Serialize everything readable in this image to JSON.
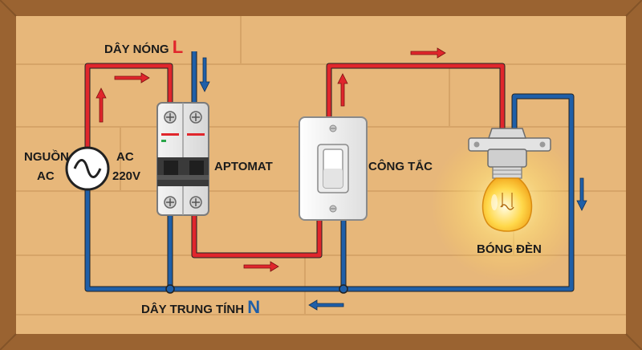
{
  "labels": {
    "hot_wire": "DÂY NÓNG",
    "hot_letter": "L",
    "neutral_wire": "DÂY TRUNG TÍNH",
    "neutral_letter": "N",
    "source_left_1": "NGUỒN",
    "source_left_2": "AC",
    "source_right_1": "AC",
    "source_right_2": "220V",
    "breaker": "APTOMAT",
    "switch": "CÔNG TẮC",
    "bulb": "BÓNG ĐÈN"
  },
  "colors": {
    "live_wire": "#e0262c",
    "neutral_wire": "#1f5fa8",
    "letter_L": "#e0262c",
    "letter_N": "#1f5fa8",
    "wood": "#e7b77a",
    "frame": "#9a6331"
  },
  "icons": [
    "ac-source-icon",
    "circuit-breaker-icon",
    "wall-switch-icon",
    "light-bulb-icon",
    "flow-arrow-icon"
  ]
}
